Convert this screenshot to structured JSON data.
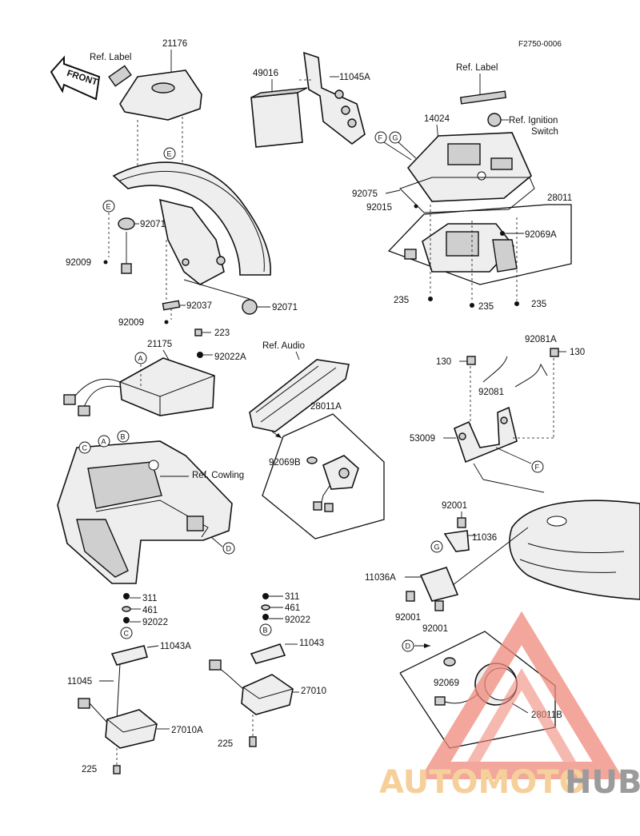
{
  "doc_code": "F2750-0006",
  "front_label": "FRONT",
  "watermark": {
    "part1": "AUTOMOTO",
    "part2": "HUB",
    "color_primary": "#f08a7c",
    "color_secondary": "#f4c17a",
    "color_dark": "#7a7a7a"
  },
  "refs": {
    "ref_label_left": "Ref. Label",
    "ref_label_right": "Ref. Label",
    "ref_ignition_1": "Ref. Ignition",
    "ref_ignition_2": "Switch",
    "ref_audio": "Ref. Audio",
    "ref_cowling": "Ref. Cowling"
  },
  "circle_letters": {
    "E1": "E",
    "E2": "E",
    "F1": "F",
    "G1": "G",
    "A1": "A",
    "C2": "C",
    "A2": "A",
    "B2": "B",
    "D1": "D",
    "F2": "F",
    "G2": "G",
    "D2": "D",
    "C3": "C",
    "B3": "B"
  },
  "parts": {
    "p21176": "21176",
    "p49016": "49016",
    "p11045A": "11045A",
    "p14024": "14024",
    "p92075": "92075",
    "p92015": "92015",
    "p28011": "28011",
    "p92069A": "92069A",
    "p235a": "235",
    "p235b": "235",
    "p235c": "235",
    "p92071a": "92071",
    "p92009a": "92009",
    "p92037": "92037",
    "p92071b": "92071",
    "p92009b": "92009",
    "p223": "223",
    "p21175": "21175",
    "p92022A": "92022A",
    "p28011A": "28011A",
    "p92069B": "92069B",
    "p130a": "130",
    "p92081A": "92081A",
    "p130b": "130",
    "p92081": "92081",
    "p53009": "53009",
    "p92001a": "92001",
    "p11036": "11036",
    "p11036A": "11036A",
    "p92001b": "92001",
    "p92001c": "92001",
    "p311a": "311",
    "p461a": "461",
    "p92022a": "92022",
    "p11043A": "11043A",
    "p11045": "11045",
    "p27010A": "27010A",
    "p225a": "225",
    "p311b": "311",
    "p461b": "461",
    "p92022b": "92022",
    "p11043": "11043",
    "p27010": "27010",
    "p225b": "225",
    "p92069": "92069",
    "p28011B": "28011B"
  }
}
